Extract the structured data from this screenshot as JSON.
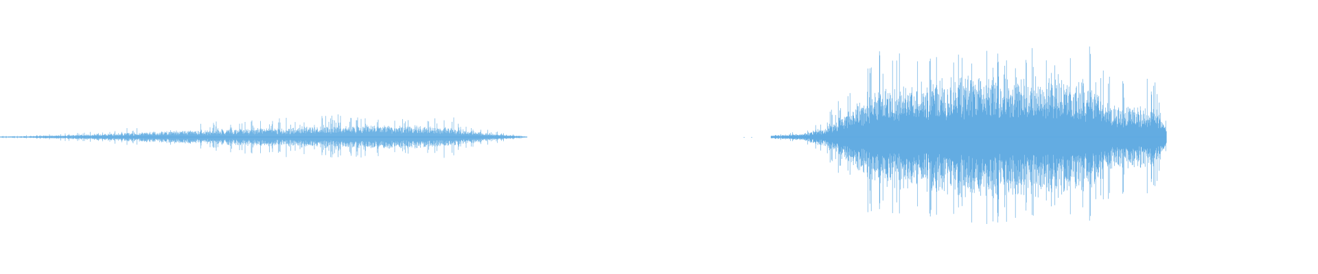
{
  "waveform": {
    "color": "#5DA9E1",
    "background": "#FFFFFF",
    "clips": [
      {
        "name": "clip-1",
        "start": 0.0,
        "end": 0.4,
        "peak": 0.44,
        "envelope": [
          [
            0.0,
            0.015
          ],
          [
            0.05,
            0.025
          ],
          [
            0.12,
            0.05
          ],
          [
            0.2,
            0.09
          ],
          [
            0.3,
            0.15
          ],
          [
            0.45,
            0.22
          ],
          [
            0.6,
            0.28
          ],
          [
            0.7,
            0.32
          ],
          [
            0.8,
            0.3
          ],
          [
            0.86,
            0.25
          ],
          [
            0.92,
            0.12
          ],
          [
            1.0,
            0.01
          ]
        ],
        "density": 0.55
      },
      {
        "name": "clip-2",
        "start": 0.585,
        "end": 0.885,
        "peak": 1.0,
        "envelope": [
          [
            0.0,
            0.02
          ],
          [
            0.08,
            0.04
          ],
          [
            0.14,
            0.12
          ],
          [
            0.2,
            0.35
          ],
          [
            0.26,
            0.55
          ],
          [
            0.35,
            0.62
          ],
          [
            0.5,
            0.72
          ],
          [
            0.6,
            0.7
          ],
          [
            0.72,
            0.68
          ],
          [
            0.8,
            0.62
          ],
          [
            0.86,
            0.4
          ],
          [
            0.92,
            0.38
          ],
          [
            0.98,
            0.34
          ],
          [
            1.0,
            0.1
          ]
        ],
        "density": 0.85
      }
    ]
  }
}
